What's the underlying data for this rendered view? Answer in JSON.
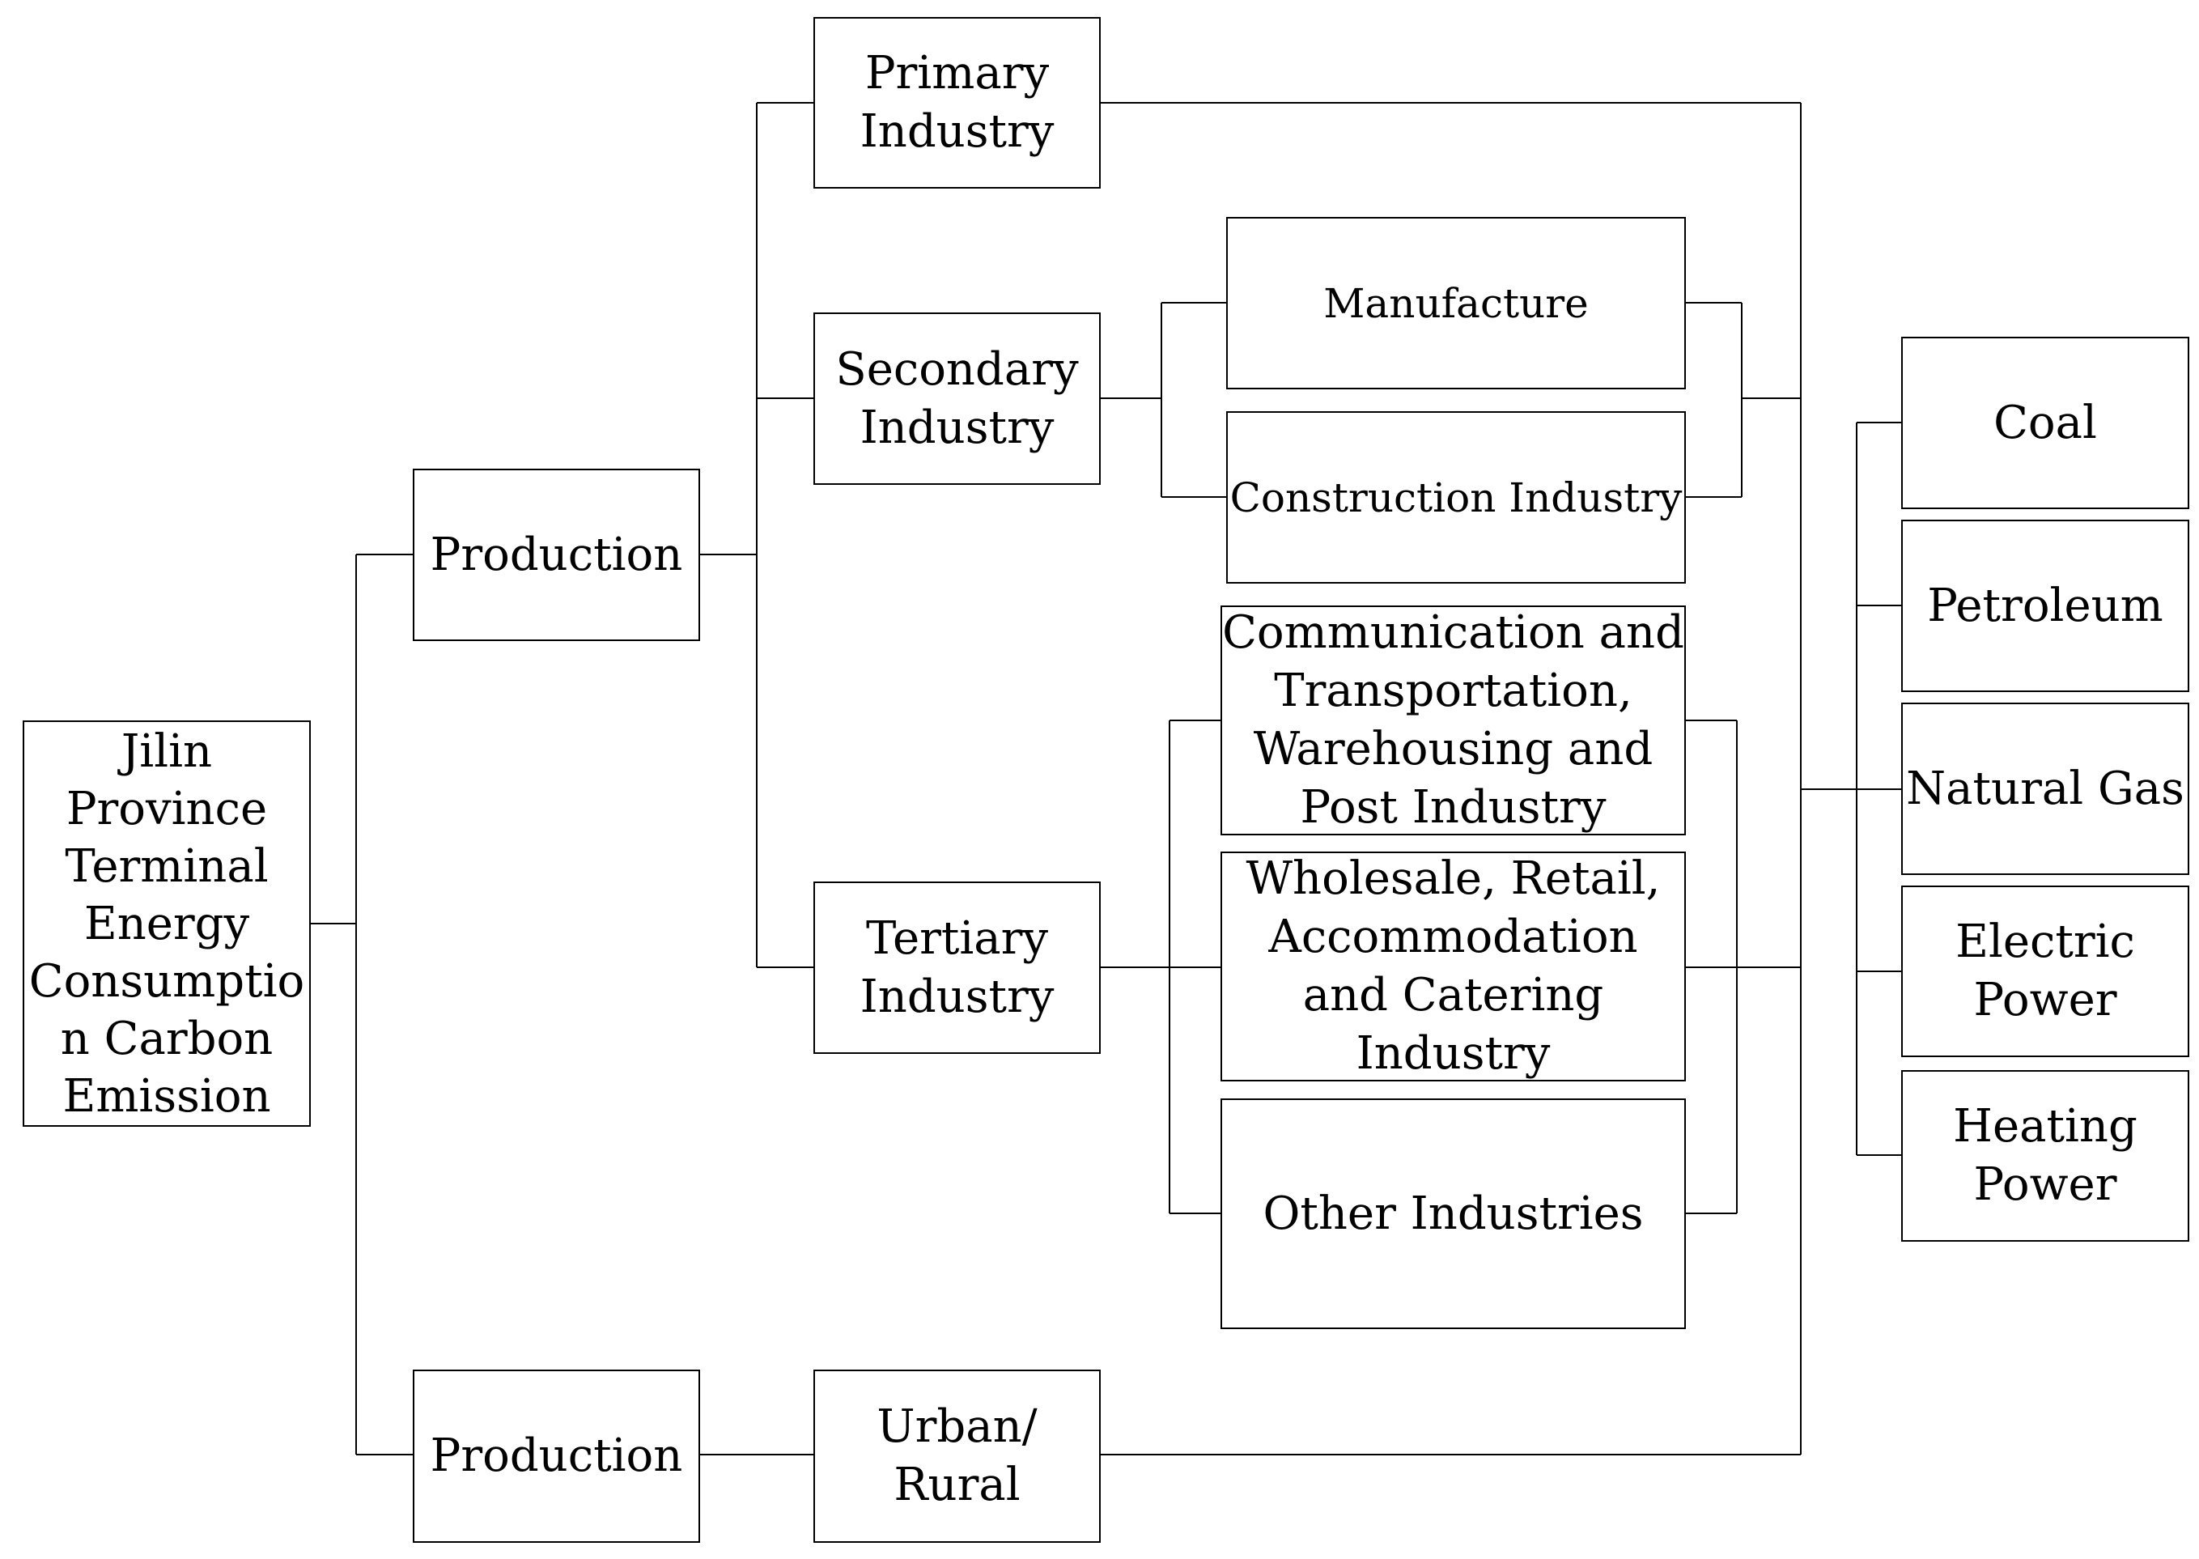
{
  "diagram": {
    "root": "Jilin\nProvince\nTerminal\nEnergy\nConsumptio\nn Carbon\nEmission",
    "level1": {
      "production_upper": "Production",
      "production_lower": "Production"
    },
    "level2": {
      "primary": "Primary\nIndustry",
      "secondary": "Secondary\nIndustry",
      "tertiary": "Tertiary\nIndustry",
      "urban_rural": "Urban/\nRural"
    },
    "level3": {
      "manufacture": "Manufacture",
      "construction": "Construction Industry",
      "communication": "Communication and\nTransportation,\nWarehousing and\nPost Industry",
      "wholesale": "Wholesale, Retail,\nAccommodation\nand Catering\nIndustry",
      "other": "Other Industries"
    },
    "energy": {
      "coal": "Coal",
      "petroleum": "Petroleum",
      "natural_gas": "Natural Gas",
      "electric_power": "Electric\nPower",
      "heating_power": "Heating\nPower"
    }
  }
}
